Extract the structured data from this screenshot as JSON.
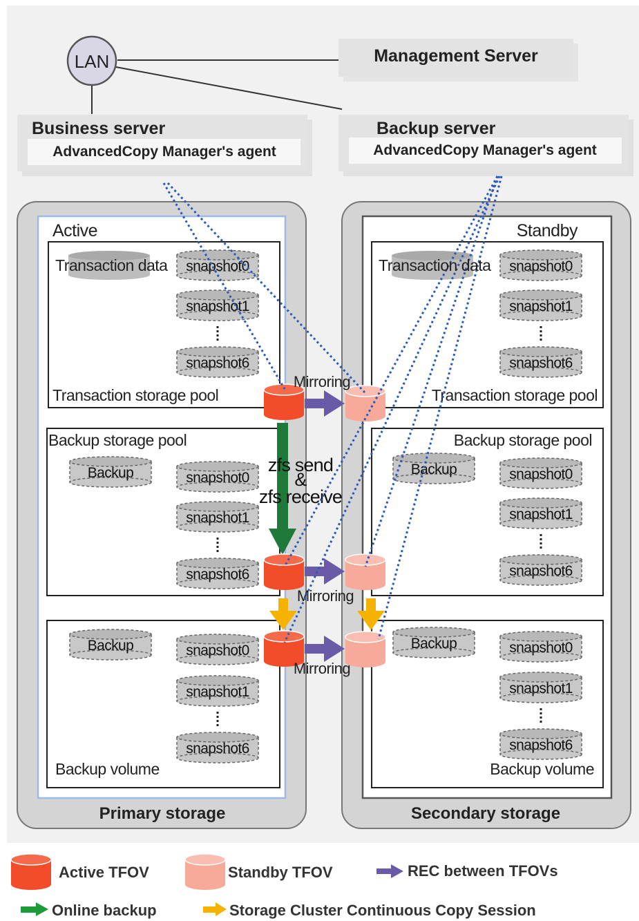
{
  "network": {
    "lan_label": "LAN",
    "management_server": "Management Server",
    "business_server": {
      "title": "Business server",
      "agent": "AdvancedCopy Manager's agent"
    },
    "backup_server": {
      "title": "Backup server",
      "agent": "AdvancedCopy Manager's agent"
    }
  },
  "primary": {
    "label": "Primary storage",
    "state": "Active",
    "transaction_pool": {
      "data_label": "Transaction data",
      "pool_label": "Transaction storage pool",
      "snapshots": [
        "snapshot0",
        "snapshot1",
        "snapshot6"
      ]
    },
    "backup_pool": {
      "pool_label": "Backup storage pool",
      "backup_label": "Backup",
      "snapshots": [
        "snapshot0",
        "snapshot1",
        "snapshot6"
      ]
    },
    "backup_volume": {
      "volume_label": "Backup volume",
      "backup_label": "Backup",
      "snapshots": [
        "snapshot0",
        "snapshot1",
        "snapshot6"
      ]
    }
  },
  "secondary": {
    "label": "Secondary storage",
    "state": "Standby",
    "transaction_pool": {
      "data_label": "Transaction data",
      "pool_label": "Transaction storage pool",
      "snapshots": [
        "snapshot0",
        "snapshot1",
        "snapshot6"
      ]
    },
    "backup_pool": {
      "pool_label": "Backup storage pool",
      "backup_label": "Backup",
      "snapshots": [
        "snapshot0",
        "snapshot1",
        "snapshot6"
      ]
    },
    "backup_volume": {
      "volume_label": "Backup volume",
      "backup_label": "Backup",
      "snapshots": [
        "snapshot0",
        "snapshot1",
        "snapshot6"
      ]
    }
  },
  "flows": {
    "mirroring": "Mirroring",
    "zfs_line1": "zfs send",
    "zfs_line2": "&",
    "zfs_line3": "zfs receive"
  },
  "legend": {
    "active_tfov": "Active TFOV",
    "standby_tfov": "Standby TFOV",
    "rec": "REC between TFOVs",
    "online_backup": "Online backup",
    "cluster_copy": "Storage Cluster Continuous Copy Session"
  },
  "colors": {
    "active_tfov": "#f24c2a",
    "standby_tfov": "#f7a99a",
    "rec_arrow": "#6a5aa8",
    "online_backup_arrow": "#1f7a3a",
    "cluster_copy_arrow": "#f5b300",
    "agent_link": "#2a5ab8"
  }
}
